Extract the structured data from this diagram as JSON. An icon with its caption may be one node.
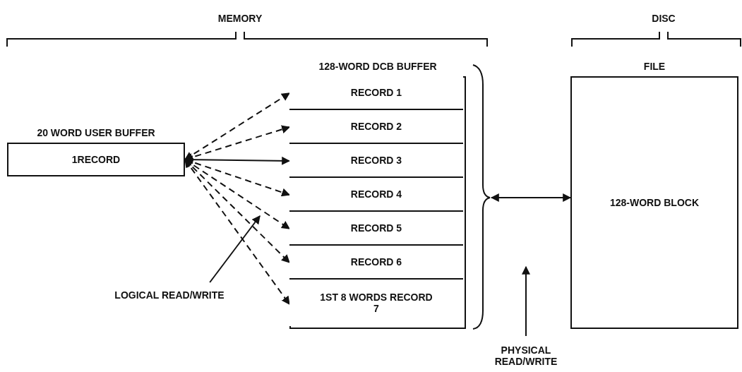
{
  "diagram": {
    "nodes": [
      {
        "text": [
          "20 WORD USER BUFFER",
          "1RECORD"
        ]
      },
      {
        "text": [
          "128-WORD DCB BUFFER"
        ]
      },
      {
        "text": [
          "RECORD 1"
        ],
        "in": 1
      },
      {
        "text": [
          "RECORD 2"
        ],
        "in": 1
      },
      {
        "text": [
          "RECORD 3"
        ],
        "in": 1
      },
      {
        "text": [
          "RECORD 4"
        ],
        "in": 1
      },
      {
        "text": [
          "RECORD 5"
        ],
        "in": 1
      },
      {
        "text": [
          "RECORD 6"
        ],
        "in": 1
      },
      {
        "text": [
          "1ST 8 WORDS RECORD 7"
        ],
        "in": 1
      },
      {
        "text": [
          "FILE",
          "128-WORD BLOCK"
        ]
      },
      {
        "text": [
          "LOGICAL READ/WRITE"
        ]
      },
      {
        "text": [
          "PHYSICAL READ/WRITE"
        ]
      }
    ],
    "edges": [
      {
        "from": 0,
        "to": 2,
        "arrow": "both",
        "style": "dashed"
      },
      {
        "from": 0,
        "to": 3,
        "arrow": "both",
        "style": "dashed"
      },
      {
        "from": 0,
        "to": 4,
        "arrow": "both"
      },
      {
        "from": 0,
        "to": 5,
        "arrow": "both",
        "style": "dashed"
      },
      {
        "from": 0,
        "to": 6,
        "arrow": "both",
        "style": "dashed"
      },
      {
        "from": 0,
        "to": 7,
        "arrow": "both",
        "style": "dashed"
      },
      {
        "from": 0,
        "to": 8,
        "arrow": "both",
        "style": "dashed"
      },
      {
        "from": 1,
        "to": 9,
        "arrow": "both"
      },
      {
        "from": 10,
        "to": null,
        "arrow": "to"
      },
      {
        "from": 11,
        "to": null,
        "arrow": "to"
      }
    ],
    "labels": [
      "MEMORY",
      "DISC"
    ]
  }
}
